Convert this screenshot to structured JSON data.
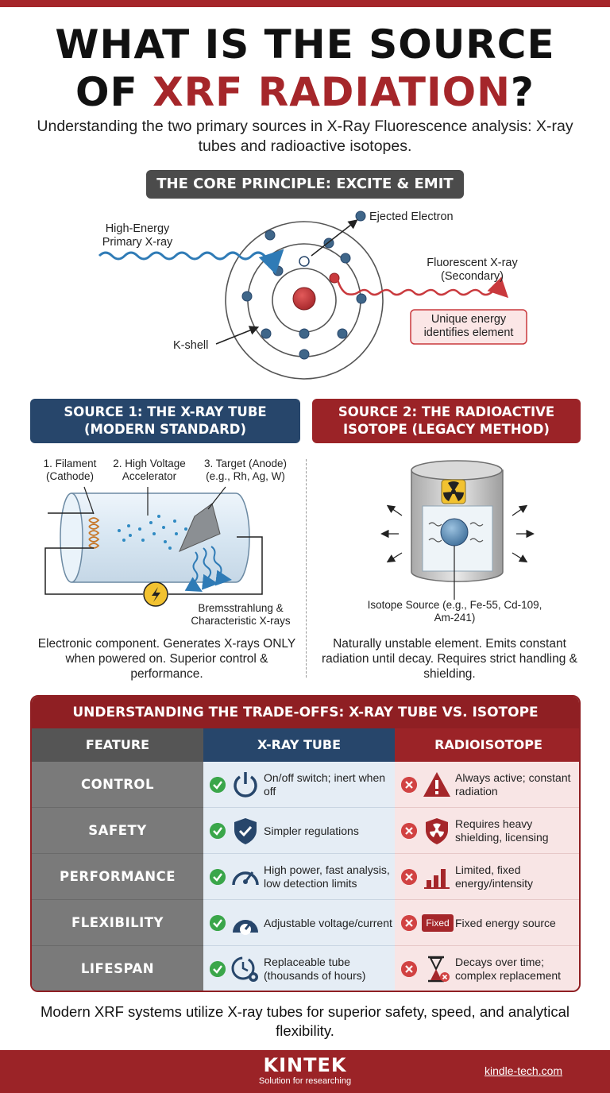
{
  "title": {
    "line1": "WHAT IS THE SOURCE",
    "line2_prefix": "OF ",
    "line2_accent": "XRF RADIATION",
    "line2_suffix": "?"
  },
  "subtitle": "Understanding the two primary sources in X-Ray Fluorescence analysis: X-ray tubes and radioactive isotopes.",
  "core": {
    "heading": "THE CORE PRINCIPLE: EXCITE & EMIT",
    "primary_label": "High-Energy Primary X-ray",
    "ejected_label": "Ejected Electron",
    "fluorescent_label": "Fluorescent X-ray (Secondary)",
    "unique_label": "Unique energy identifies element",
    "kshell_label": "K-shell"
  },
  "source1": {
    "heading": "SOURCE 1: THE X-RAY TUBE (MODERN STANDARD)",
    "filament": "1. Filament (Cathode)",
    "voltage": "2. High Voltage Accelerator",
    "target": "3. Target (Anode) (e.g., Rh, Ag, W)",
    "output": "Bremsstrahlung & Characteristic X-rays",
    "description": "Electronic component. Generates X-rays ONLY when powered on. Superior control & performance."
  },
  "source2": {
    "heading": "SOURCE 2: THE RADIOACTIVE ISOTOPE (LEGACY METHOD)",
    "isotope_label": "Isotope Source (e.g., Fe-55, Cd-109, Am-241)",
    "description": "Naturally unstable element. Emits constant radiation until decay. Requires strict handling & shielding."
  },
  "table": {
    "title": "UNDERSTANDING THE TRADE-OFFS: X-RAY TUBE VS. ISOTOPE",
    "headers": [
      "FEATURE",
      "X-RAY TUBE",
      "RADIOISOTOPE"
    ],
    "rows": [
      {
        "feature": "CONTROL",
        "tube": "On/off switch; inert when off",
        "tube_icon": "power-icon",
        "iso": "Always active; constant radiation",
        "iso_icon": "warning-icon"
      },
      {
        "feature": "SAFETY",
        "tube": "Simpler regulations",
        "tube_icon": "shield-check-icon",
        "iso": "Requires heavy shielding, licensing",
        "iso_icon": "radiation-shield-icon"
      },
      {
        "feature": "PERFORMANCE",
        "tube": "High power, fast analysis, low detection limits",
        "tube_icon": "speedometer-icon",
        "iso": "Limited, fixed energy/intensity",
        "iso_icon": "bar-chart-icon"
      },
      {
        "feature": "FLEXIBILITY",
        "tube": "Adjustable voltage/current",
        "tube_icon": "dial-icon",
        "iso": "Fixed energy source",
        "iso_icon": "fixed-tag-icon",
        "iso_tag": "Fixed"
      },
      {
        "feature": "LIFESPAN",
        "tube": "Replaceable tube (thousands of hours)",
        "tube_icon": "clock-gear-icon",
        "iso": "Decays over time; complex replacement",
        "iso_icon": "hourglass-icon"
      }
    ]
  },
  "footer_note": "Modern XRF systems utilize X-ray tubes for superior safety, speed, and analytical flexibility.",
  "footer": {
    "brand": "KINTEK",
    "tagline": "Solution for researching",
    "site": "kindle-tech.com"
  },
  "colors": {
    "accent_red": "#a5262a",
    "navy": "#27466b",
    "gray": "#4b4b4b"
  }
}
